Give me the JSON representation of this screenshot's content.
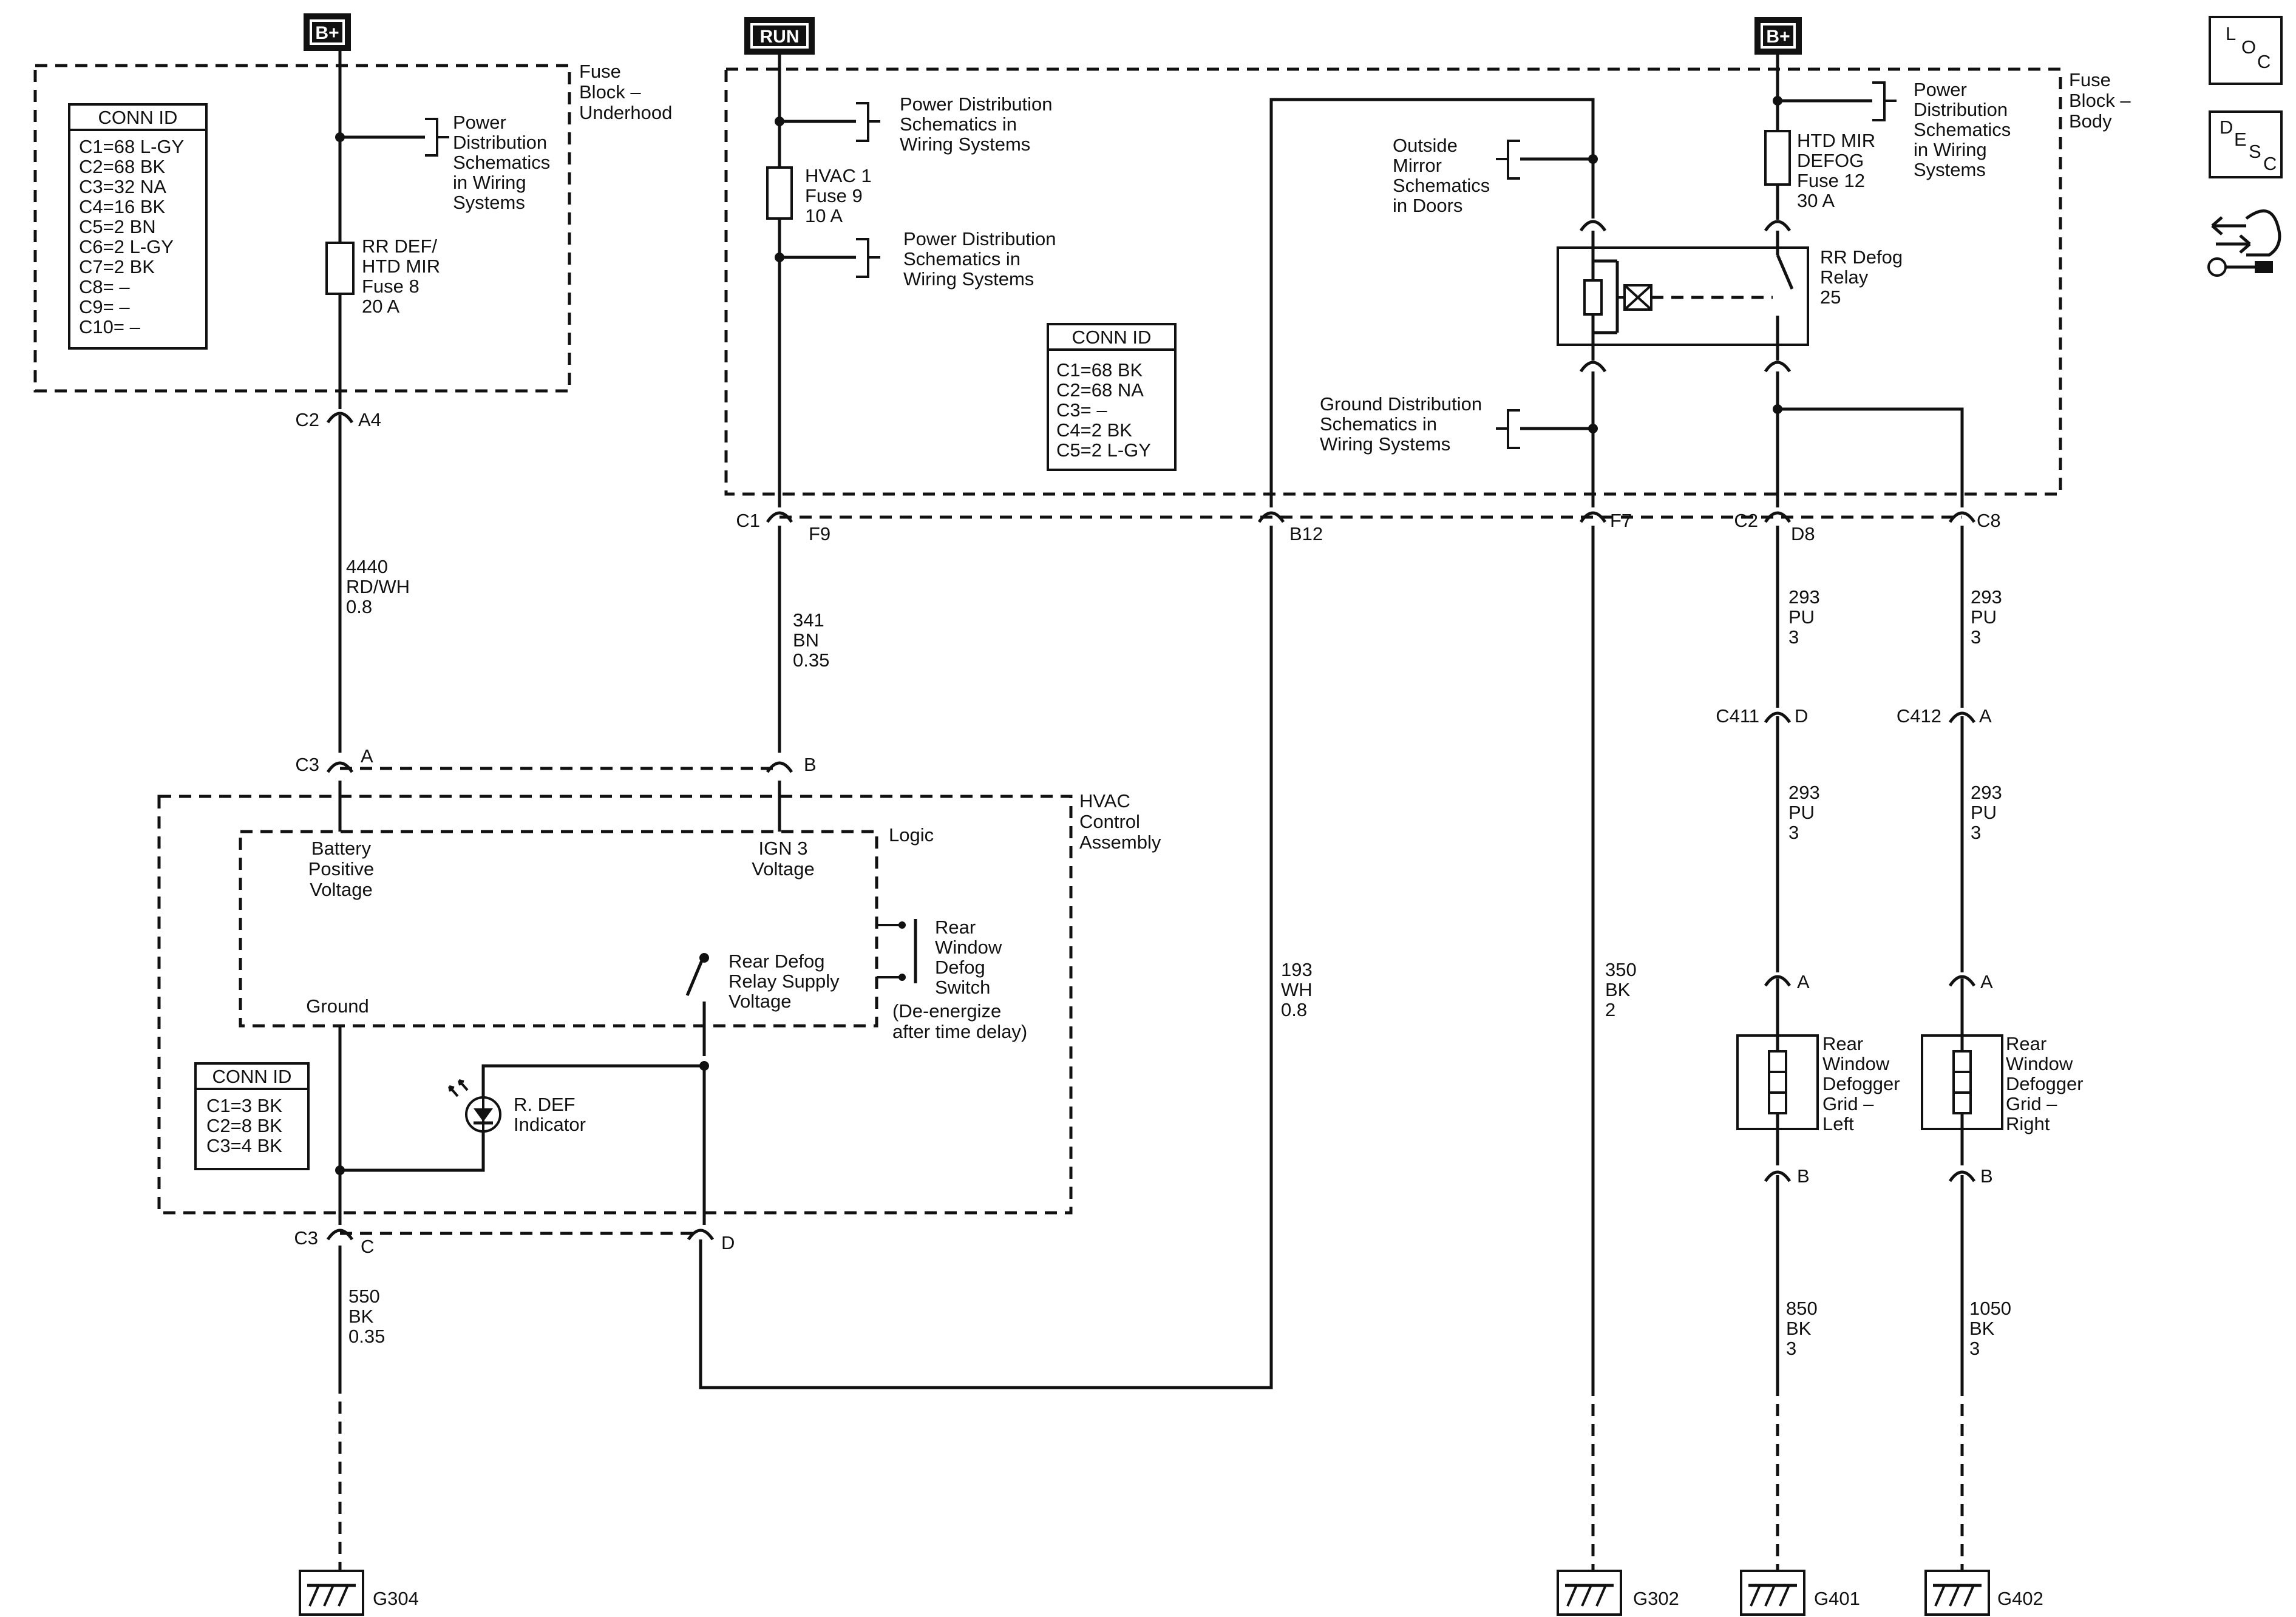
{
  "power_sources": {
    "b_plus_left": "B+",
    "run": "RUN",
    "b_plus_right": "B+"
  },
  "fuse_block_underhood": {
    "label": [
      "Fuse",
      "Block –",
      "Underhood"
    ],
    "conn_id_title": "CONN ID",
    "conn_id": [
      "C1=68 L-GY",
      "C2=68 BK",
      "C3=32 NA",
      "C4=16 BK",
      "C5=2 BN",
      "C6=2 L-GY",
      "C7=2 BK",
      "C8= –",
      "C9= –",
      "C10= –"
    ],
    "pd_ref": [
      "Power",
      "Distribution",
      "Schematics",
      "in Wiring",
      "Systems"
    ],
    "fuse": [
      "RR DEF/",
      "HTD MIR",
      "Fuse 8",
      "20 A"
    ],
    "connector": {
      "left": "C2",
      "right": "A4"
    }
  },
  "fuse_block_body": {
    "label": [
      "Fuse",
      "Block –",
      "Body"
    ],
    "pd_ref_top": [
      "Power Distribution",
      "Schematics in",
      "Wiring Systems"
    ],
    "hvac_fuse": [
      "HVAC 1",
      "Fuse 9",
      "10 A"
    ],
    "pd_ref_mid": [
      "Power Distribution",
      "Schematics in",
      "Wiring Systems"
    ],
    "conn_id_title": "CONN ID",
    "conn_id": [
      "C1=68 BK",
      "C2=68 NA",
      "C3= –",
      "C4=2 BK",
      "C5=2 L-GY"
    ],
    "mirror_ref": [
      "Outside",
      "Mirror",
      "Schematics",
      "in Doors"
    ],
    "ground_ref": [
      "Ground Distribution",
      "Schematics in",
      "Wiring Systems"
    ],
    "pd_ref_right": [
      "Power",
      "Distribution",
      "Schematics",
      "in Wiring",
      "Systems"
    ],
    "defog_fuse": [
      "HTD MIR",
      "DEFOG",
      "Fuse 12",
      "30 A"
    ],
    "relay": [
      "RR Defog",
      "Relay",
      "25"
    ],
    "connectors": {
      "c1": "C1",
      "f9": "F9",
      "b12": "B12",
      "f7": "F7",
      "c2": "C2",
      "d8": "D8",
      "c8": "C8"
    }
  },
  "wires": {
    "w4440": [
      "4440",
      "RD/WH",
      "0.8"
    ],
    "w341": [
      "341",
      "BN",
      "0.35"
    ],
    "w193": [
      "193",
      "WH",
      "0.8"
    ],
    "w350": [
      "350",
      "BK",
      "2"
    ],
    "w293_a": [
      "293",
      "PU",
      "3"
    ],
    "w293_b": [
      "293",
      "PU",
      "3"
    ],
    "w293_c": [
      "293",
      "PU",
      "3"
    ],
    "w293_d": [
      "293",
      "PU",
      "3"
    ],
    "w550": [
      "550",
      "BK",
      "0.35"
    ],
    "w850": [
      "850",
      "BK",
      "3"
    ],
    "w1050": [
      "1050",
      "BK",
      "3"
    ]
  },
  "hvac_control": {
    "label": [
      "HVAC",
      "Control",
      "Assembly"
    ],
    "logic": "Logic",
    "battery": [
      "Battery",
      "Positive",
      "Voltage"
    ],
    "ign": [
      "IGN 3",
      "Voltage"
    ],
    "ground": "Ground",
    "switch": [
      "Rear",
      "Window",
      "Defog",
      "Switch"
    ],
    "switch_note": [
      "(De-energize",
      "after time delay)"
    ],
    "relay_supply": [
      "Rear Defog",
      "Relay Supply",
      "Voltage"
    ],
    "indicator": [
      "R. DEF",
      "Indicator"
    ],
    "conn_id_title": "CONN ID",
    "conn_id": [
      "C1=3 BK",
      "C2=8 BK",
      "C3=4 BK"
    ],
    "top_connectors": {
      "c3": "C3",
      "a": "A",
      "b": "B"
    },
    "bottom_connectors": {
      "c3": "C3",
      "c": "C",
      "d": "D"
    }
  },
  "inline_connectors": {
    "c411": "C411",
    "d": "D",
    "c412": "C412",
    "a": "A"
  },
  "grids": {
    "left": {
      "label": [
        "Rear",
        "Window",
        "Defogger",
        "Grid –",
        "Left"
      ],
      "pin_top": "A",
      "pin_bottom": "B"
    },
    "right": {
      "label": [
        "Rear",
        "Window",
        "Defogger",
        "Grid –",
        "Right"
      ],
      "pin_top": "A",
      "pin_bottom": "B"
    }
  },
  "grounds": {
    "g304": "G304",
    "g302": "G302",
    "g401": "G401",
    "g402": "G402"
  },
  "nav_icons": {
    "loc": [
      "L",
      "O",
      "C"
    ],
    "desc": [
      "D",
      "E",
      "S",
      "C"
    ]
  }
}
